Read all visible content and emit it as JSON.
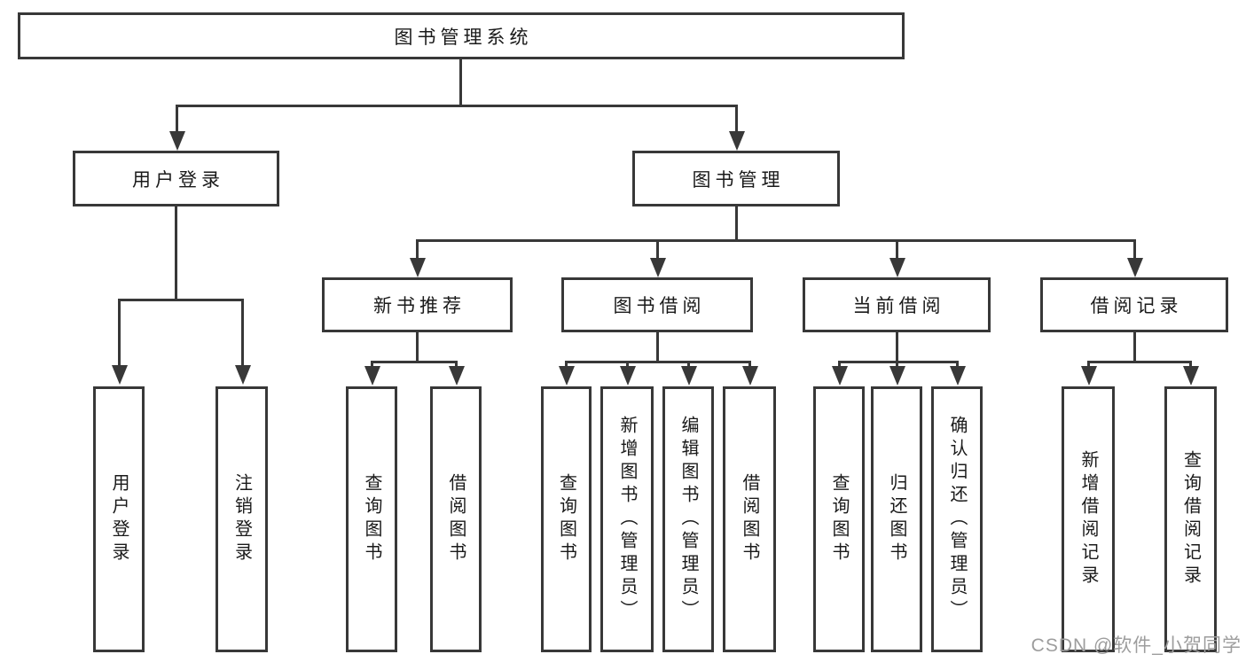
{
  "diagram": {
    "root": "图书管理系统",
    "level2": {
      "user_login": "用户登录",
      "book_mgmt": "图书管理"
    },
    "level3": {
      "new_book": "新书推荐",
      "book_borrow": "图书借阅",
      "current_borrow": "当前借阅",
      "borrow_record": "借阅记录"
    },
    "leaves": {
      "user_login": [
        "用户登录",
        "注销登录"
      ],
      "new_book": [
        "查询图书",
        "借阅图书"
      ],
      "book_borrow": [
        "查询图书",
        "新增图书（管理员）",
        "编辑图书（管理员）",
        "借阅图书"
      ],
      "current_borrow": [
        "查询图书",
        "归还图书",
        "确认归还（管理员）"
      ],
      "borrow_record": [
        "新增借阅记录",
        "查询借阅记录"
      ]
    }
  },
  "watermark": "CSDN @软件_小贺同学",
  "colors": {
    "line": "#383838",
    "text": "#1a1a1a",
    "watermark": "#9d9d9d",
    "background": "#ffffff"
  }
}
